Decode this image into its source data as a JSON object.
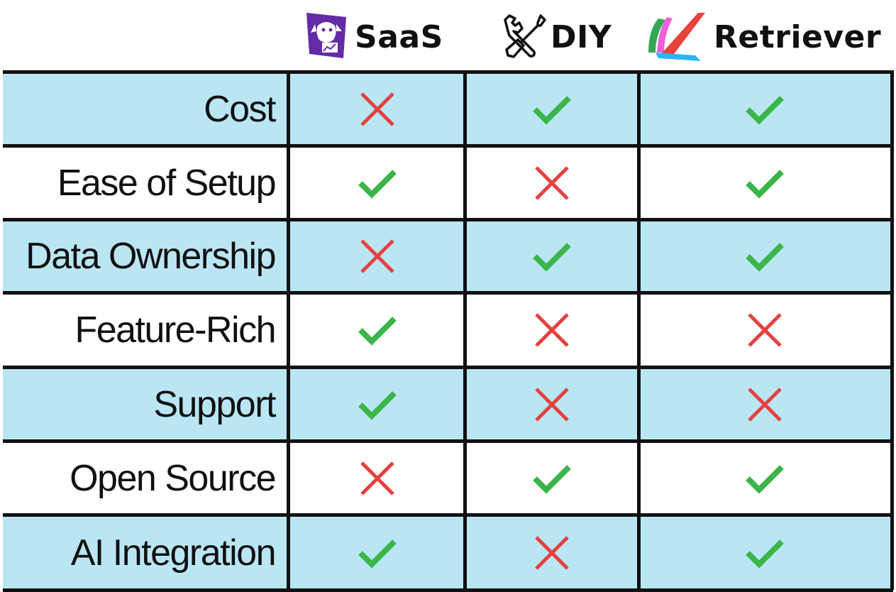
{
  "columns": [
    {
      "key": "saas",
      "label": "SaaS",
      "logo": "datadog-dog-logo"
    },
    {
      "key": "diy",
      "label": "DIY",
      "logo": "wrench-screwdriver-icon"
    },
    {
      "key": "retriever",
      "label": "Retriever",
      "logo": "retriever-ribbon-logo"
    }
  ],
  "rows": [
    {
      "label": "Cost",
      "values": [
        false,
        true,
        true
      ]
    },
    {
      "label": "Ease of Setup",
      "values": [
        true,
        false,
        true
      ]
    },
    {
      "label": "Data Ownership",
      "values": [
        false,
        true,
        true
      ]
    },
    {
      "label": "Feature-Rich",
      "values": [
        true,
        false,
        false
      ]
    },
    {
      "label": "Support",
      "values": [
        true,
        false,
        false
      ]
    },
    {
      "label": "Open Source",
      "values": [
        false,
        true,
        true
      ]
    },
    {
      "label": "AI Integration",
      "values": [
        true,
        false,
        true
      ]
    }
  ],
  "colors": {
    "shaded_row": "#bae6f4",
    "check": "#3bb54a",
    "cross": "#e5413f",
    "datadog_purple": "#632ca6"
  }
}
